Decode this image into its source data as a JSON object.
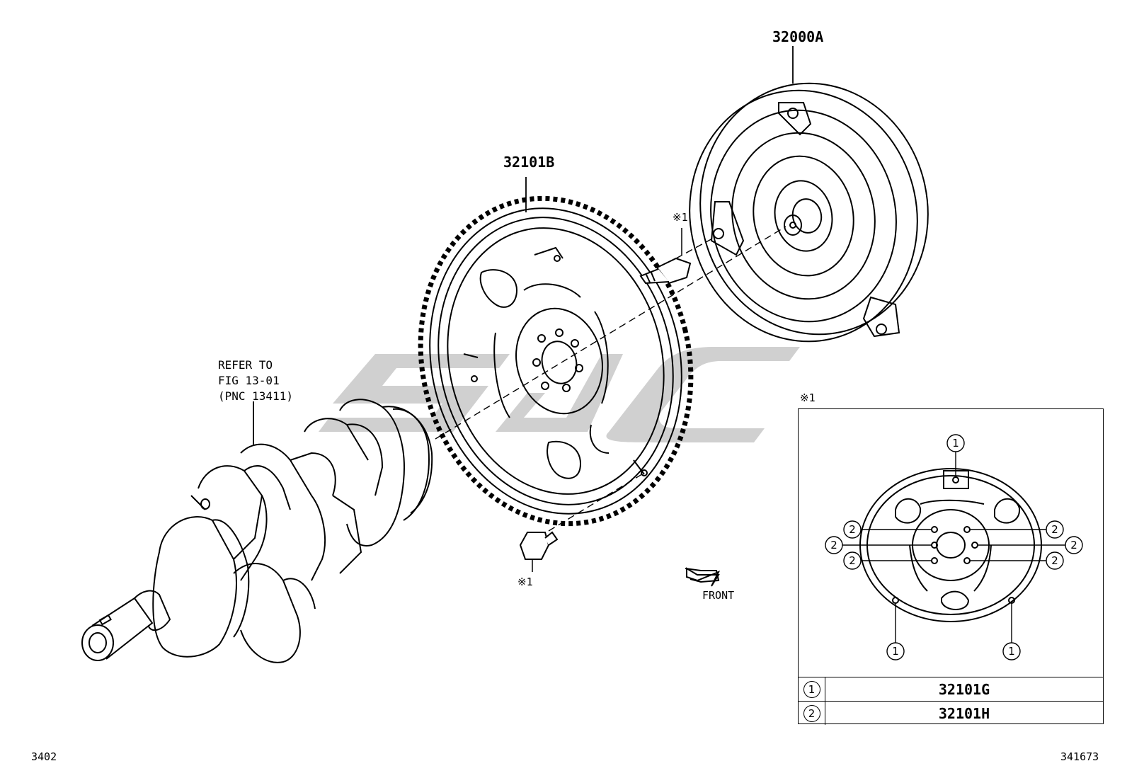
{
  "parts": {
    "torque_converter": "32000A",
    "drive_plate": "32101B"
  },
  "note": {
    "line1": "REFER TO",
    "line2": "FIG 13-01",
    "line3": "(PNC 13411)"
  },
  "bolt_marks": {
    "upper": "※1",
    "lower": "※1"
  },
  "front_label": "FRONT",
  "detail": {
    "title": "※1",
    "legend": [
      {
        "key": "1",
        "part": "32101G"
      },
      {
        "key": "2",
        "part": "32101H"
      }
    ],
    "callout_1": "1",
    "callout_2": "2"
  },
  "footer": {
    "left_code": "3402",
    "right_code": "341673"
  },
  "colors": {
    "watermark": "#c8c8c8",
    "line": "#000000"
  }
}
